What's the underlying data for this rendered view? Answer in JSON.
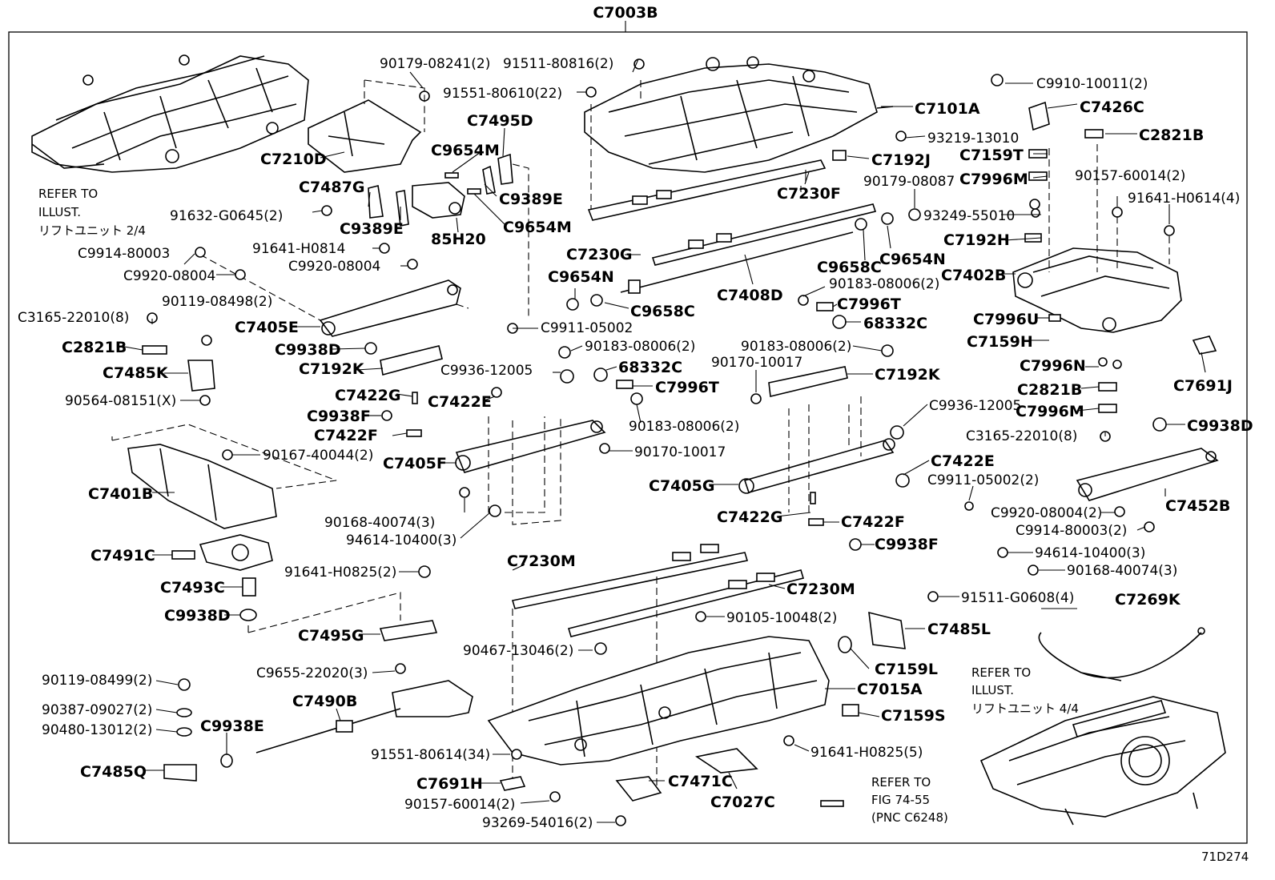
{
  "diagram": {
    "main_assembly": "C7003B",
    "figure_code": "71D274",
    "notes": {
      "refer_upper_left": [
        "REFER TO",
        "ILLUST.",
        "リフトユニット 2/4"
      ],
      "refer_lower_right": [
        "REFER TO",
        "ILLUST.",
        "リフトユニット 4/4"
      ],
      "refer_fig": [
        "REFER TO",
        "FIG 74-55",
        "(PNC C6248)"
      ]
    },
    "labels": [
      "90179-08241(2)",
      "91511-80816(2)",
      "91551-80610(22)",
      "C7101A",
      "C9910-10011(2)",
      "C7426C",
      "C2821B",
      "93219-13010",
      "C7192J",
      "C7159T",
      "C7996M",
      "90157-60014(2)",
      "91641-H0614(4)",
      "C7495D",
      "C9654M",
      "C7210D",
      "C9389E",
      "C7487G",
      "91632-G0645(2)",
      "C9389E",
      "85H20",
      "C9654M",
      "C7230F",
      "90179-08087",
      "93249-55010",
      "C7192H",
      "C7402B",
      "91641-H0814",
      "C9914-80003",
      "C9920-08004",
      "C9920-08004",
      "C7230G",
      "C9658C",
      "C9654N",
      "C9654N",
      "C7408D",
      "C9658C",
      "90183-08006(2)",
      "C7996T",
      "68332C",
      "C7996U",
      "C7159H",
      "C7691J",
      "90119-08498(2)",
      "C3165-22010(8)",
      "C7405E",
      "C9911-05002",
      "C2821B",
      "C9938D",
      "90183-08006(2)",
      "90183-08006(2)",
      "C7192K",
      "C7192K",
      "90170-10017",
      "C7485K",
      "C9936-12005",
      "68332C",
      "C7996T",
      "C7996N",
      "C2821B",
      "C7996M",
      "90564-08151(X)",
      "C7422G",
      "C7422E",
      "C9936-12005",
      "C9938F",
      "90183-08006(2)",
      "C3165-22010(8)",
      "C9938D",
      "C7422F",
      "90167-40044(2)",
      "C7405F",
      "90170-10017",
      "C7422E",
      "C7405G",
      "C9911-05002(2)",
      "C7401B",
      "C7452B",
      "C9920-08004(2)",
      "C7422G",
      "C7422F",
      "C9914-80003(2)",
      "90168-40074(3)",
      "94614-10400(3)",
      "C9938F",
      "94614-10400(3)",
      "C7491C",
      "90168-40074(3)",
      "C7230M",
      "91641-H0825(2)",
      "C7493C",
      "C7230M",
      "C9938D",
      "91511-G0608(4)",
      "C7269K",
      "90105-10048(2)",
      "C7495G",
      "C7485L",
      "90467-13046(2)",
      "C7159L",
      "C9655-22020(3)",
      "90119-08499(2)",
      "C7015A",
      "C7490B",
      "90387-09027(2)",
      "C9938E",
      "C7159S",
      "90480-13012(2)",
      "91551-80614(34)",
      "91641-H0825(5)",
      "C7485Q",
      "C7691H",
      "C7471C",
      "90157-60014(2)",
      "C7027C",
      "93269-54016(2)"
    ]
  }
}
